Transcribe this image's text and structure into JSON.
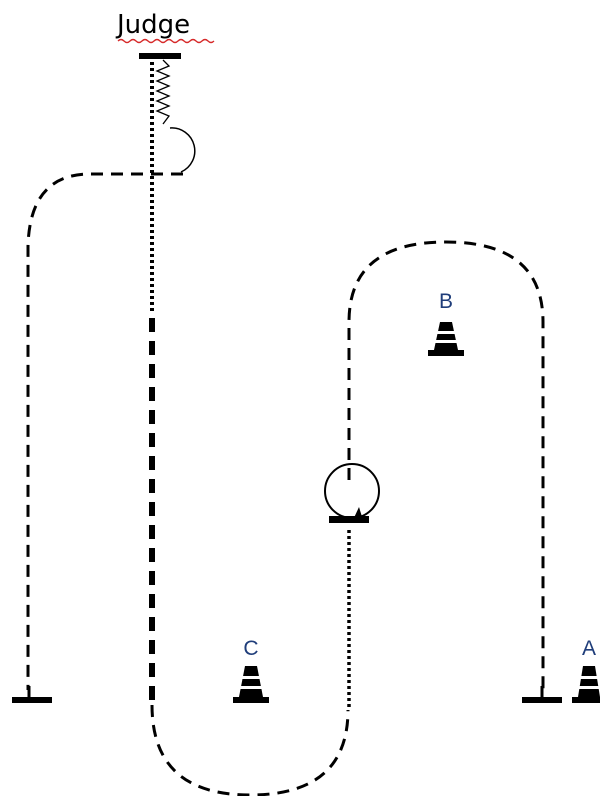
{
  "judge_label": "Judge",
  "cones": [
    {
      "label": "A"
    },
    {
      "label": "B"
    },
    {
      "label": "C"
    }
  ],
  "colors": {
    "line": "#000000",
    "cone_label": "#1f3d7a",
    "spellcheck_underline": "#d62828",
    "background": "#ffffff"
  }
}
